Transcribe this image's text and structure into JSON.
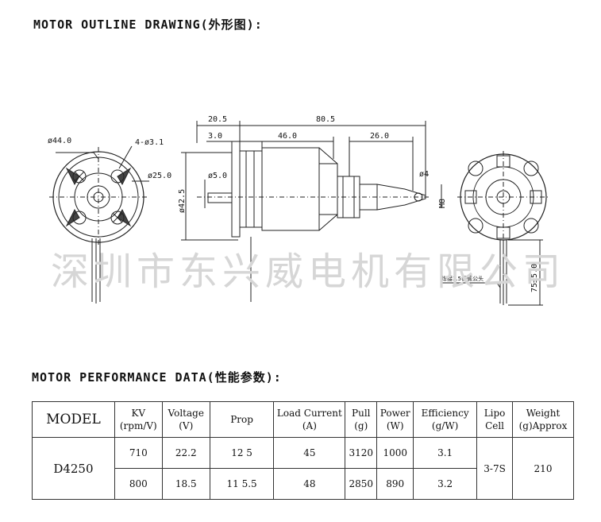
{
  "outline": {
    "heading": "MOTOR OUTLINE DRAWING(外形图):",
    "dims": {
      "d44": "ø44.0",
      "d4_31": "4-ø3.1",
      "d25": "ø25.0",
      "d425": "ø42.5",
      "d5": "ø5.0",
      "d4": "ø4",
      "m8": "M8",
      "l205": "20.5",
      "l805": "80.5",
      "l3": "3.0",
      "l46": "46.0",
      "l26": "26.0",
      "lead": "75±5.0",
      "note": "焊接3.5香蕉公头"
    },
    "watermark": "深圳市东兴威电机有限公司"
  },
  "performance": {
    "heading": "MOTOR PERFORMANCE DATA(性能参数):",
    "columns": [
      {
        "l1": "MODEL",
        "l2": ""
      },
      {
        "l1": "KV",
        "l2": "(rpm/V)"
      },
      {
        "l1": "Voltage",
        "l2": "(V)"
      },
      {
        "l1": "Prop",
        "l2": ""
      },
      {
        "l1": "Load Current",
        "l2": "(A)"
      },
      {
        "l1": "Pull",
        "l2": "(g)"
      },
      {
        "l1": "Power",
        "l2": "(W)"
      },
      {
        "l1": "Efficiency",
        "l2": "(g/W)"
      },
      {
        "l1": "Lipo",
        "l2": "Cell"
      },
      {
        "l1": "Weight",
        "l2": "(g)Approx"
      }
    ],
    "model": "D4250",
    "rows": [
      {
        "kv": "710",
        "voltage": "22.2",
        "prop": "12 5",
        "current": "45",
        "pull": "3120",
        "power": "1000",
        "efficiency": "3.1"
      },
      {
        "kv": "800",
        "voltage": "18.5",
        "prop": "11 5.5",
        "current": "48",
        "pull": "2850",
        "power": "890",
        "efficiency": "3.2"
      }
    ],
    "lipo": "3-7S",
    "weight": "210"
  }
}
